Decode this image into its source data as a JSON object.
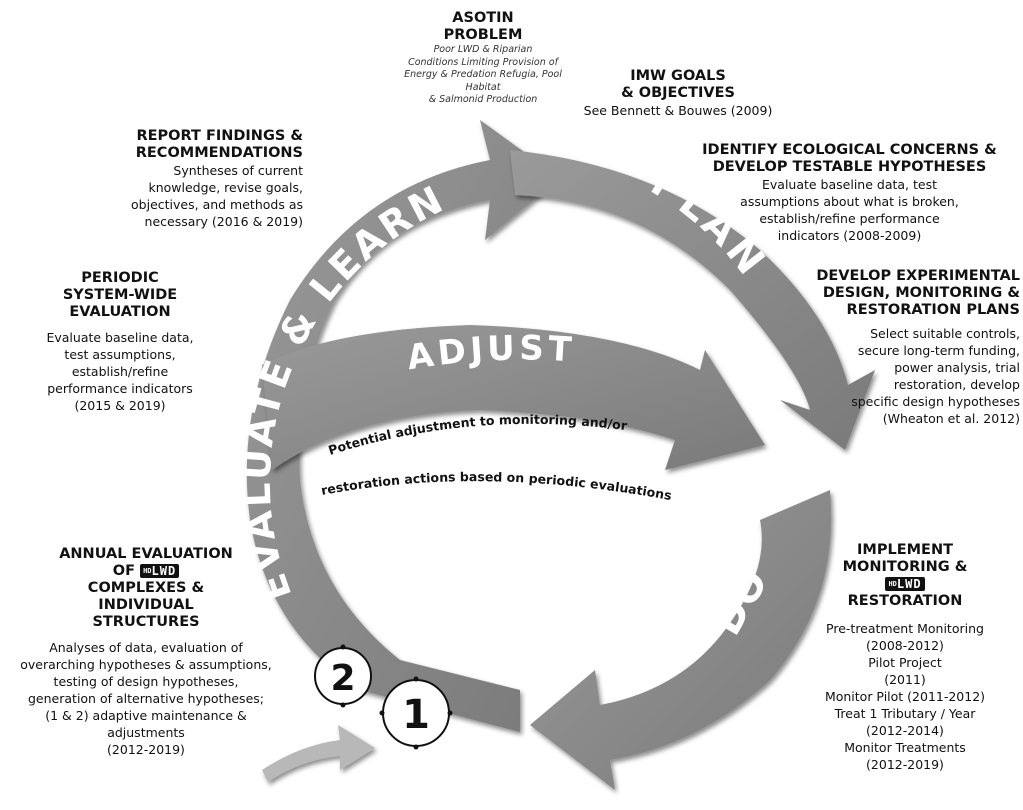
{
  "asotin": {
    "title1": "ASOTIN",
    "title2": "PROBLEM",
    "desc": [
      "Poor LWD & Riparian",
      "Conditions Limiting Provision of",
      "Energy & Predation Refugia, Pool Habitat",
      "& Salmonid Production"
    ]
  },
  "imw": {
    "title1": "IMW GOALS",
    "title2": "& OBJECTIVES",
    "desc": "See Bennett & Bouwes (2009)"
  },
  "identify": {
    "title1": "IDENTIFY ECOLOGICAL CONCERNS &",
    "title2": "DEVELOP TESTABLE HYPOTHESES",
    "desc": [
      "Evaluate baseline data, test",
      "assumptions about what is broken,",
      "establish/refine performance",
      "indicators (2008-2009)"
    ]
  },
  "develop": {
    "title": [
      "DEVELOP EXPERIMENTAL",
      "DESIGN, MONITORING &",
      "RESTORATION PLANS"
    ],
    "desc": [
      "Select suitable controls,",
      "secure long-term funding,",
      "power analysis, trial",
      "restoration, develop",
      "specific design hypotheses",
      "(Wheaton et al. 2012)"
    ]
  },
  "implement": {
    "title1": "IMPLEMENT",
    "title2": "MONITORING &",
    "logo": "LWD",
    "logo_prefix": "HD",
    "title3": "RESTORATION",
    "desc": [
      "Pre-treatment Monitoring",
      "(2008-2012)",
      "Pilot Project",
      "(2011)",
      "Monitor Pilot (2011-2012)",
      "Treat 1 Tributary / Year",
      "(2012-2014)",
      "Monitor Treatments",
      "(2012-2019)"
    ]
  },
  "report": {
    "title1": "REPORT FINDINGS &",
    "title2": "RECOMMENDATIONS",
    "desc": [
      "Syntheses of current",
      "knowledge, revise goals,",
      "objectives, and methods as",
      "necessary (2016 & 2019)"
    ]
  },
  "periodic": {
    "title": [
      "PERIODIC",
      "SYSTEM-WIDE",
      "EVALUATION"
    ],
    "desc": [
      "Evaluate baseline data,",
      "test assumptions,",
      "establish/refine",
      "performance indicators",
      "(2015 & 2019)"
    ]
  },
  "annual": {
    "title1": "ANNUAL EVALUATION",
    "title2_prefix": "OF",
    "logo": "LWD",
    "logo_prefix": "HD",
    "title3": "COMPLEXES &",
    "title4": "INDIVIDUAL",
    "title5": "STRUCTURES",
    "desc": [
      "Analyses of data, evaluation of",
      "overarching hypotheses & assumptions,",
      "testing of design hypotheses,",
      "generation of alternative hypotheses;",
      "(1 & 2) adaptive maintenance &",
      "adjustments",
      "(2012-2019)"
    ]
  },
  "arrows": {
    "plan": "PLAN",
    "do": "DO",
    "evaluate": "EVALUATE & LEARN",
    "adjust": "ADJUST",
    "adjust_note1": "Potential adjustment to monitoring and/or",
    "adjust_note2": "restoration actions based on periodic evaluations"
  },
  "badges": {
    "one": "1",
    "two": "2"
  },
  "colors": {
    "arrow": "#8e8e8e",
    "arrow_dark": "#6f6f6f",
    "arrow_text": "#ffffff",
    "entry_arrow": "#b3b3b3"
  }
}
